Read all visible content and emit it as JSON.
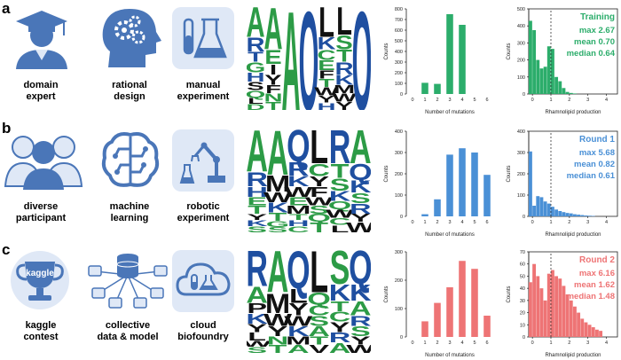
{
  "colors": {
    "icon": "#4a76b8",
    "iconLight": "#dfe8f6",
    "training": "#2cad6b",
    "round1": "#4a90d6",
    "round2": "#ee7475",
    "logoGreen": "#2c9b46",
    "logoBlue": "#1f4fa0",
    "logoBlack": "#111111"
  },
  "rows": [
    {
      "label": "a",
      "captions": [
        "domain\nexpert",
        "rational\ndesign",
        "manual\nexperiment"
      ],
      "icons": [
        "person-graduate-icon",
        "head-gears-icon",
        "lab-flasks-icon"
      ],
      "logo": [
        {
          "letters": [
            [
              "A",
              "g",
              0.3
            ],
            [
              "R",
              "b",
              0.14
            ],
            [
              "T",
              "b",
              0.1
            ],
            [
              "G",
              "g",
              0.1
            ],
            [
              "H",
              "b",
              0.09
            ],
            [
              "S",
              "k",
              0.08
            ],
            [
              "Q",
              "g",
              0.07
            ],
            [
              "L",
              "k",
              0.06
            ],
            [
              "D",
              "g",
              0.06
            ]
          ]
        },
        {
          "letters": [
            [
              "A",
              "g",
              0.42
            ],
            [
              "E",
              "g",
              0.14
            ],
            [
              "I",
              "k",
              0.1
            ],
            [
              "Y",
              "k",
              0.1
            ],
            [
              "F",
              "k",
              0.08
            ],
            [
              "N",
              "g",
              0.08
            ],
            [
              "T",
              "g",
              0.08
            ]
          ]
        },
        {
          "letters": [
            [
              "A",
              "g",
              1.0
            ]
          ]
        },
        {
          "letters": [
            [
              "Q",
              "b",
              1.0
            ]
          ]
        },
        {
          "letters": [
            [
              "L",
              "k",
              0.3
            ],
            [
              "K",
              "b",
              0.12
            ],
            [
              "C",
              "g",
              0.1
            ],
            [
              "E",
              "g",
              0.1
            ],
            [
              "F",
              "k",
              0.08
            ],
            [
              "T",
              "g",
              0.08
            ],
            [
              "W",
              "k",
              0.08
            ],
            [
              "Y",
              "k",
              0.07
            ],
            [
              "H",
              "b",
              0.07
            ]
          ]
        },
        {
          "letters": [
            [
              "L",
              "k",
              0.28
            ],
            [
              "S",
              "g",
              0.14
            ],
            [
              "T",
              "g",
              0.12
            ],
            [
              "R",
              "b",
              0.12
            ],
            [
              "K",
              "b",
              0.1
            ],
            [
              "M",
              "k",
              0.08
            ],
            [
              "W",
              "k",
              0.08
            ],
            [
              "Y",
              "k",
              0.08
            ]
          ]
        },
        {
          "letters": [
            [
              "Q",
              "b",
              1.0
            ]
          ]
        }
      ]
    },
    {
      "label": "b",
      "captions": [
        "diverse\nparticipant",
        "machine\nlearning",
        "robotic\nexperiment"
      ],
      "icons": [
        "people-group-icon",
        "brain-circuit-icon",
        "robot-arm-icon"
      ],
      "logo": [
        {
          "letters": [
            [
              "A",
              "g",
              0.42
            ],
            [
              "R",
              "b",
              0.14
            ],
            [
              "H",
              "b",
              0.1
            ],
            [
              "E",
              "g",
              0.08
            ],
            [
              "T",
              "g",
              0.08
            ],
            [
              "Y",
              "k",
              0.06
            ],
            [
              "K",
              "b",
              0.06
            ],
            [
              "S",
              "g",
              0.06
            ]
          ]
        },
        {
          "letters": [
            [
              "A",
              "g",
              0.45
            ],
            [
              "M",
              "k",
              0.16
            ],
            [
              "W",
              "k",
              0.1
            ],
            [
              "K",
              "b",
              0.1
            ],
            [
              "T",
              "g",
              0.08
            ],
            [
              "G",
              "g",
              0.06
            ],
            [
              "S",
              "g",
              0.05
            ]
          ]
        },
        {
          "letters": [
            [
              "Q",
              "b",
              0.32
            ],
            [
              "R",
              "b",
              0.14
            ],
            [
              "K",
              "b",
              0.1
            ],
            [
              "W",
              "k",
              0.1
            ],
            [
              "E",
              "g",
              0.08
            ],
            [
              "M",
              "k",
              0.08
            ],
            [
              "T",
              "g",
              0.06
            ],
            [
              "H",
              "b",
              0.06
            ],
            [
              "C",
              "g",
              0.06
            ]
          ]
        },
        {
          "letters": [
            [
              "L",
              "k",
              0.34
            ],
            [
              "C",
              "g",
              0.12
            ],
            [
              "Y",
              "k",
              0.1
            ],
            [
              "F",
              "k",
              0.1
            ],
            [
              "W",
              "k",
              0.08
            ],
            [
              "S",
              "g",
              0.08
            ],
            [
              "Q",
              "g",
              0.08
            ],
            [
              "T",
              "g",
              0.1
            ]
          ]
        },
        {
          "letters": [
            [
              "R",
              "b",
              0.34
            ],
            [
              "T",
              "g",
              0.14
            ],
            [
              "S",
              "g",
              0.12
            ],
            [
              "K",
              "b",
              0.1
            ],
            [
              "Q",
              "g",
              0.08
            ],
            [
              "W",
              "k",
              0.08
            ],
            [
              "C",
              "g",
              0.07
            ],
            [
              "L",
              "k",
              0.07
            ]
          ]
        },
        {
          "letters": [
            [
              "A",
              "g",
              0.34
            ],
            [
              "Q",
              "b",
              0.16
            ],
            [
              "K",
              "b",
              0.12
            ],
            [
              "S",
              "g",
              0.1
            ],
            [
              "R",
              "b",
              0.1
            ],
            [
              "Y",
              "k",
              0.08
            ],
            [
              "W",
              "k",
              0.1
            ]
          ]
        }
      ]
    },
    {
      "label": "c",
      "captions": [
        "kaggle\ncontest",
        "collective\ndata & model",
        "cloud\nbiofoundry"
      ],
      "icons": [
        "trophy-kaggle-icon",
        "data-network-icon",
        "cloud-lab-icon"
      ],
      "logo": [
        {
          "letters": [
            [
              "R",
              "b",
              0.36
            ],
            [
              "A",
              "g",
              0.16
            ],
            [
              "P",
              "k",
              0.1
            ],
            [
              "K",
              "b",
              0.1
            ],
            [
              "Y",
              "k",
              0.08
            ],
            [
              "L",
              "k",
              0.08
            ],
            [
              "W",
              "k",
              0.06
            ],
            [
              "S",
              "g",
              0.06
            ]
          ]
        },
        {
          "letters": [
            [
              "A",
              "g",
              0.42
            ],
            [
              "M",
              "k",
              0.2
            ],
            [
              "W",
              "k",
              0.12
            ],
            [
              "Y",
              "k",
              0.1
            ],
            [
              "N",
              "g",
              0.08
            ],
            [
              "T",
              "g",
              0.08
            ]
          ]
        },
        {
          "letters": [
            [
              "Q",
              "b",
              0.38
            ],
            [
              "L",
              "k",
              0.14
            ],
            [
              "Y",
              "k",
              0.12
            ],
            [
              "W",
              "k",
              0.1
            ],
            [
              "K",
              "b",
              0.1
            ],
            [
              "M",
              "k",
              0.08
            ],
            [
              "A",
              "g",
              0.08
            ]
          ]
        },
        {
          "letters": [
            [
              "L",
              "k",
              0.42
            ],
            [
              "Q",
              "g",
              0.12
            ],
            [
              "C",
              "g",
              0.1
            ],
            [
              "S",
              "g",
              0.1
            ],
            [
              "A",
              "g",
              0.1
            ],
            [
              "T",
              "g",
              0.08
            ],
            [
              "V",
              "k",
              0.08
            ]
          ]
        },
        {
          "letters": [
            [
              "S",
              "g",
              0.34
            ],
            [
              "K",
              "b",
              0.16
            ],
            [
              "T",
              "g",
              0.1
            ],
            [
              "C",
              "g",
              0.1
            ],
            [
              "Y",
              "k",
              0.1
            ],
            [
              "R",
              "b",
              0.1
            ],
            [
              "A",
              "g",
              0.1
            ]
          ]
        },
        {
          "letters": [
            [
              "Q",
              "b",
              0.34
            ],
            [
              "K",
              "b",
              0.16
            ],
            [
              "A",
              "g",
              0.14
            ],
            [
              "R",
              "b",
              0.1
            ],
            [
              "S",
              "g",
              0.1
            ],
            [
              "Y",
              "k",
              0.08
            ],
            [
              "W",
              "k",
              0.08
            ]
          ]
        }
      ]
    }
  ],
  "kaggle_logo_text": "kaggle",
  "chart_data": [
    {
      "type": "bar",
      "row": "a",
      "categories": [
        "0",
        "1",
        "2",
        "3",
        "4",
        "5",
        "6"
      ],
      "values": [
        0,
        105,
        95,
        750,
        650,
        0,
        0
      ],
      "ylim": [
        0,
        800
      ],
      "yticks": [
        0,
        100,
        200,
        300,
        400,
        500,
        600,
        700,
        800
      ],
      "xlabel": "Number of mutations",
      "ylabel": "Counts",
      "color": "#2cad6b"
    },
    {
      "type": "bar",
      "row": "b",
      "categories": [
        "0",
        "1",
        "2",
        "3",
        "4",
        "5",
        "6"
      ],
      "values": [
        0,
        10,
        80,
        290,
        320,
        300,
        195
      ],
      "ylim": [
        0,
        400
      ],
      "yticks": [
        0,
        100,
        200,
        300,
        400
      ],
      "xlabel": "Number of mutations",
      "ylabel": "Counts",
      "color": "#4a90d6"
    },
    {
      "type": "bar",
      "row": "c",
      "categories": [
        "0",
        "1",
        "2",
        "3",
        "4",
        "5",
        "6"
      ],
      "values": [
        0,
        55,
        120,
        175,
        268,
        240,
        75
      ],
      "ylim": [
        0,
        300
      ],
      "yticks": [
        0,
        100,
        200,
        300
      ],
      "xlabel": "Number of mutations",
      "ylabel": "Counts",
      "color": "#ee7475"
    },
    {
      "type": "histogram",
      "row": "a",
      "bin_start": -0.2,
      "bin_width": 0.2,
      "counts": [
        430,
        375,
        200,
        150,
        160,
        280,
        265,
        100,
        75,
        35,
        12,
        6,
        3
      ],
      "ylim": [
        0,
        500
      ],
      "yticks": [
        0,
        100,
        200,
        300,
        400,
        500
      ],
      "xlim": [
        -0.2,
        4.6
      ],
      "xticks": [
        0,
        1,
        2,
        3,
        4
      ],
      "vline": 1,
      "xlabel": "Rhamnolipid production",
      "ylabel": "Counts",
      "color": "#2cad6b",
      "legend_title": "Training",
      "stats": [
        "max  2.67",
        "mean  0.70",
        "median  0.64"
      ]
    },
    {
      "type": "histogram",
      "row": "b",
      "bin_start": -0.2,
      "bin_width": 0.2,
      "counts": [
        305,
        50,
        95,
        90,
        70,
        60,
        45,
        32,
        25,
        20,
        16,
        14,
        10,
        8,
        6,
        4,
        3,
        2
      ],
      "ylim": [
        0,
        400
      ],
      "yticks": [
        0,
        100,
        200,
        300,
        400
      ],
      "xlim": [
        -0.2,
        4.6
      ],
      "xticks": [
        0,
        1,
        2,
        3,
        4
      ],
      "vline": 1,
      "xlabel": "Rhamnolipid production",
      "ylabel": "Counts",
      "color": "#4a90d6",
      "legend_title": "Round 1",
      "stats": [
        "max  5.68",
        "mean  0.82",
        "median  0.61"
      ]
    },
    {
      "type": "histogram",
      "row": "c",
      "bin_start": -0.2,
      "bin_width": 0.2,
      "counts": [
        45,
        60,
        50,
        40,
        30,
        52,
        55,
        50,
        48,
        42,
        35,
        30,
        25,
        20,
        15,
        12,
        10,
        8,
        6,
        5
      ],
      "ylim": [
        0,
        70
      ],
      "yticks": [
        0,
        10,
        20,
        30,
        40,
        50,
        60,
        70
      ],
      "xlim": [
        -0.2,
        4.6
      ],
      "xticks": [
        0,
        1,
        2,
        3,
        4
      ],
      "vline": 1,
      "xlabel": "Rhamnolipid production",
      "ylabel": "Counts",
      "color": "#ee7475",
      "legend_title": "Round 2",
      "stats": [
        "max  6.16",
        "mean  1.62",
        "median  1.48"
      ]
    }
  ]
}
